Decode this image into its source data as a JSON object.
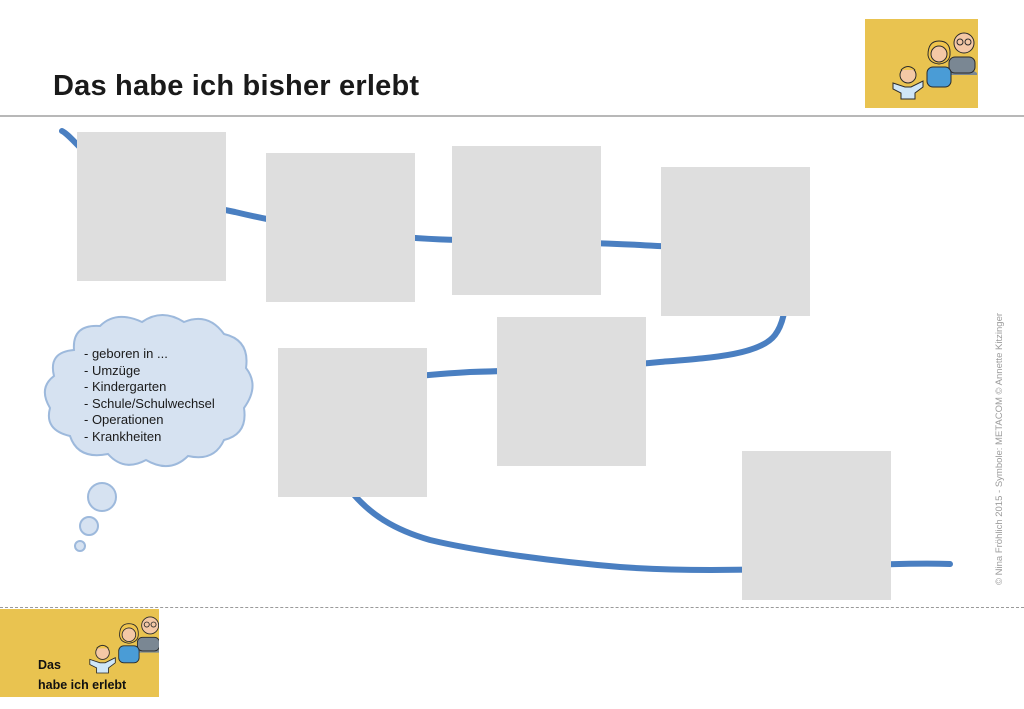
{
  "header": {
    "title": "Das habe ich bisher erlebt"
  },
  "cloud": {
    "items": [
      "- geboren in ...",
      "- Umzüge",
      "- Kindergarten",
      "- Schule/Schulwechsel",
      "- Operationen",
      "- Krankheiten"
    ]
  },
  "footer": {
    "label_line1": "Das",
    "label_line2": "habe ich erlebt"
  },
  "credit": "© Nina Fröhlich 2015 - Symbole: METACOM © Annette Kitzinger",
  "colors": {
    "accent_yellow": "#e9c350",
    "timeline_blue": "#4a7fc1",
    "cloud_fill": "#d6e2f1",
    "cloud_stroke": "#9db9dc",
    "box_gray": "#dedede"
  },
  "icons": {
    "logo": "family-icon"
  }
}
